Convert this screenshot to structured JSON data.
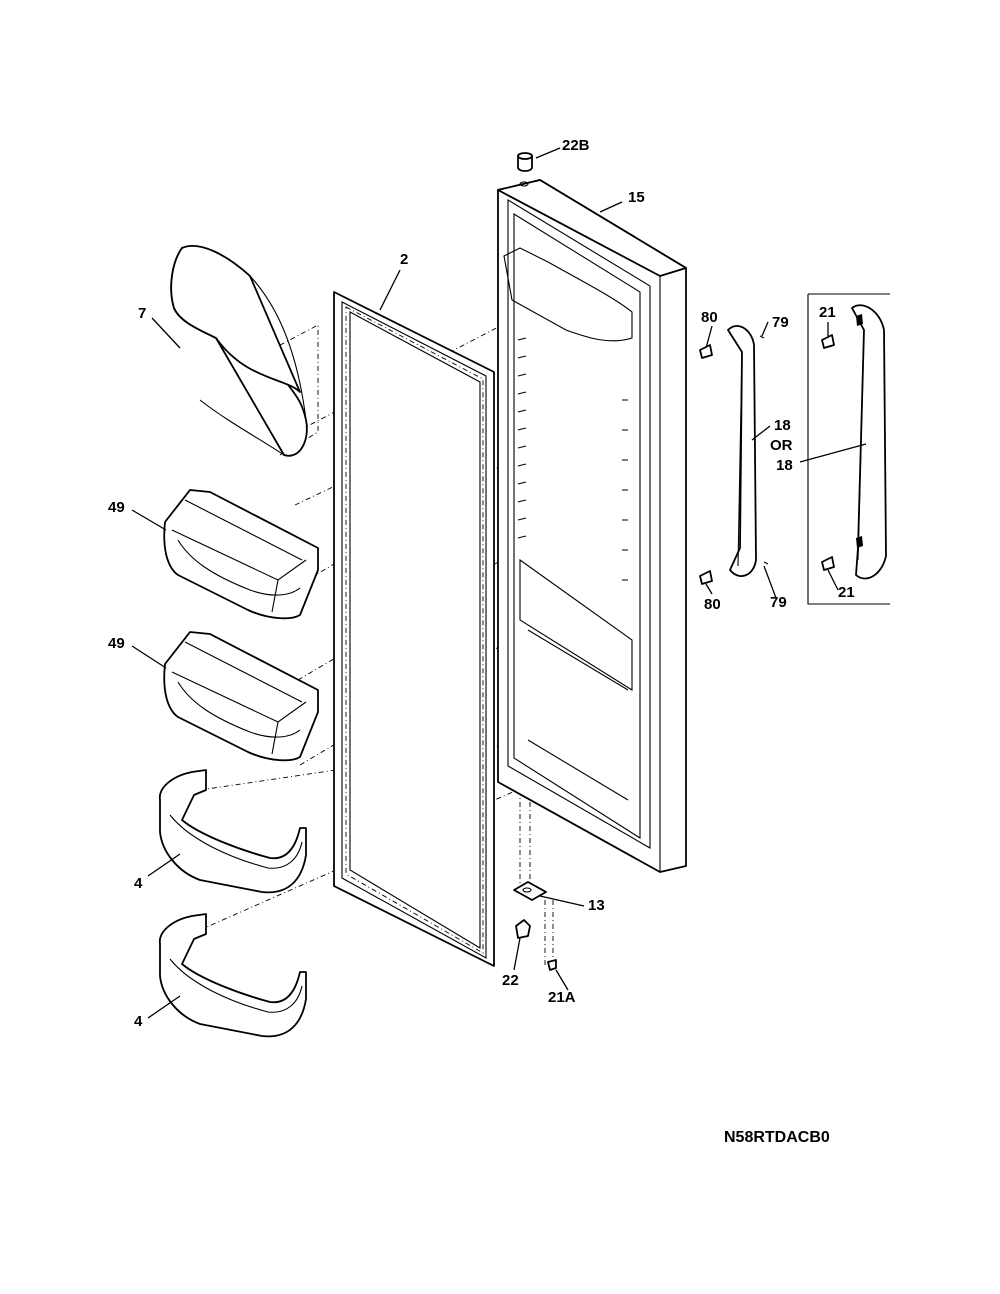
{
  "callouts": {
    "c22b": "22B",
    "c15": "15",
    "c2": "2",
    "c7": "7",
    "c80_top": "80",
    "c79_top": "79",
    "c21_top": "21",
    "c18_a": "18",
    "c_or": "OR",
    "c18_b": "18",
    "c49_top": "49",
    "c49_bottom": "49",
    "c80_bottom": "80",
    "c79_bottom": "79",
    "c21_bottom": "21",
    "c4_top": "4",
    "c4_bottom": "4",
    "c13": "13",
    "c22": "22",
    "c21a": "21A"
  },
  "model_number": "N58RTDACB0"
}
